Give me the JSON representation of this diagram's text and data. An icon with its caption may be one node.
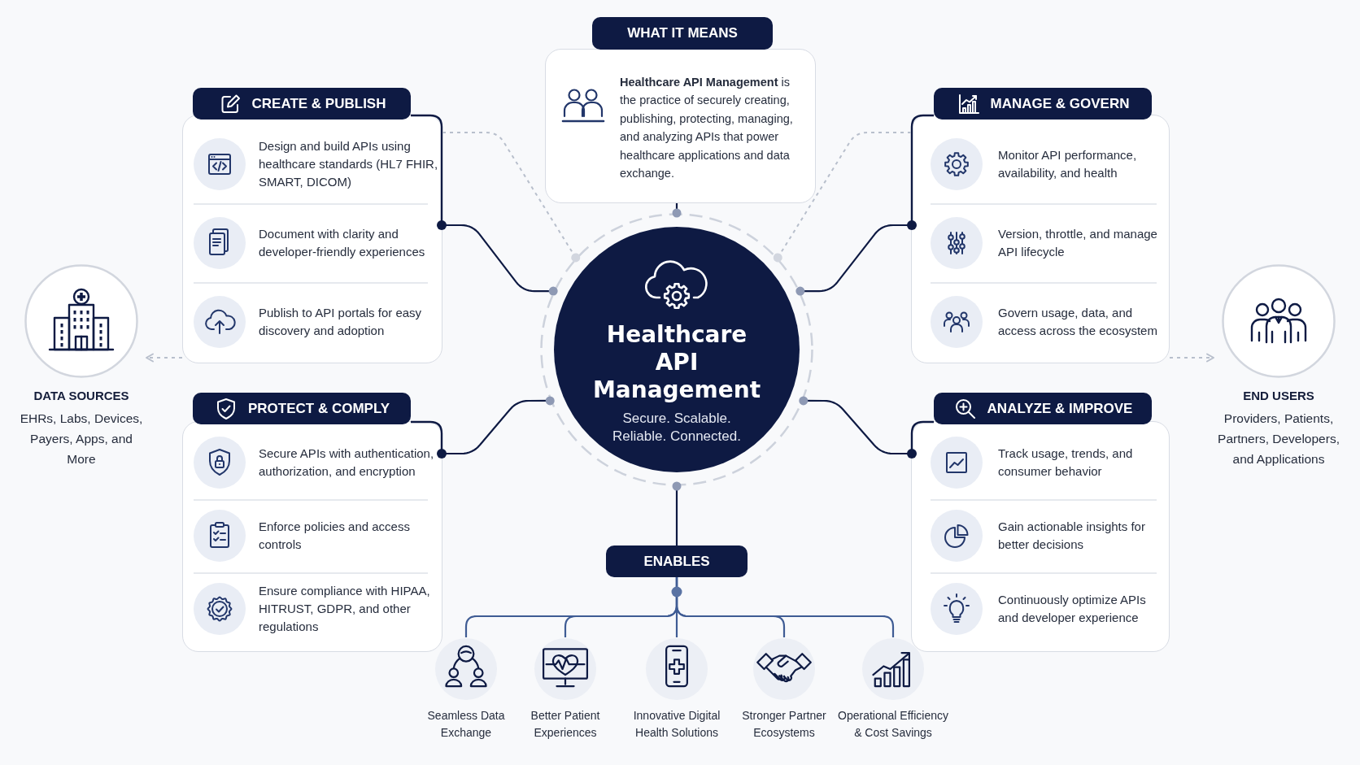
{
  "diagram": {
    "nodes": [
      {
        "text": [
          "WHAT IT MEANS",
          "**Healthcare API Management** is the practice of securely creating, publishing, protecting, managing, and analyzing APIs that power healthcare applications and data exchange."
        ]
      },
      {
        "text": [
          "CREATE & PUBLISH",
          "Design and build APIs using healthcare standards (HL7 FHIR, SMART, DICOM)",
          "Document with clarity and developer-friendly experiences",
          "Publish to API portals for easy discovery and adoption"
        ]
      },
      {
        "text": [
          "MANAGE & GOVERN",
          "Monitor API performance, availability, and health",
          "Version, throttle, and manage API lifecycle",
          "Govern usage, data, and access across the ecosystem"
        ]
      },
      {
        "text": [
          "DATA SOURCES",
          "EHRs, Labs, Devices, Payers, Apps, and More"
        ]
      },
      {
        "text": [
          "Healthcare API Management",
          "Secure. Scalable. Reliable. Connected."
        ]
      },
      {
        "text": [
          "END USERS",
          "Providers, Patients, Partners, Developers, and Applications"
        ]
      },
      {
        "text": [
          "PROTECT & COMPLY",
          "Secure APIs with authentication, authorization, and encryption",
          "Enforce policies and access controls",
          "Ensure compliance with HIPAA, HITRUST, GDPR, and other regulations"
        ]
      },
      {
        "text": [
          "ANALYZE & IMPROVE",
          "Track usage, trends, and consumer behavior",
          "Gain actionable insights for better decisions",
          "Continuously optimize APIs and developer experience"
        ]
      },
      {
        "text": [
          "ENABLES"
        ]
      },
      {
        "text": [
          "Seamless Data Exchange"
        ]
      },
      {
        "text": [
          "Better Patient Experiences"
        ]
      },
      {
        "text": [
          "Innovative Digital Health Solutions"
        ]
      },
      {
        "text": [
          "Stronger Partner Ecosystems"
        ]
      },
      {
        "text": [
          "Operational Efficiency & Cost Savings"
        ]
      }
    ],
    "edges": [
      {
        "from": 0,
        "to": 4,
        "arrow": "other"
      },
      {
        "from": 1,
        "to": 4,
        "arrow": "other",
        "style": "dashed",
        "color": "#b8bfcc"
      },
      {
        "from": 2,
        "to": 4,
        "arrow": "other",
        "style": "dashed",
        "color": "#b8bfcc"
      },
      {
        "from": 1,
        "to": 4,
        "arrow": "other"
      },
      {
        "from": 2,
        "to": 4,
        "arrow": "other"
      },
      {
        "from": 1,
        "to": 3,
        "arrow": "to",
        "style": "dashed",
        "color": "#b8bfcc"
      },
      {
        "from": 2,
        "to": 5,
        "arrow": "to",
        "style": "dashed",
        "color": "#b8bfcc"
      },
      {
        "from": 6,
        "to": 4,
        "arrow": "other"
      },
      {
        "from": 7,
        "to": 4,
        "arrow": "other"
      },
      {
        "from": 8,
        "to": 4,
        "arrow": "other"
      },
      {
        "from": 8,
        "to": 9,
        "arrow": "none",
        "color": "#3f5c94"
      },
      {
        "from": 8,
        "to": 10,
        "arrow": "none",
        "color": "#3f5c94"
      },
      {
        "from": 8,
        "to": 11,
        "arrow": "none",
        "color": "#3f5c94"
      },
      {
        "from": 8,
        "to": 12,
        "arrow": "none",
        "color": "#3f5c94"
      },
      {
        "from": 8,
        "to": 13,
        "arrow": "none",
        "color": "#3f5c94"
      }
    ]
  }
}
